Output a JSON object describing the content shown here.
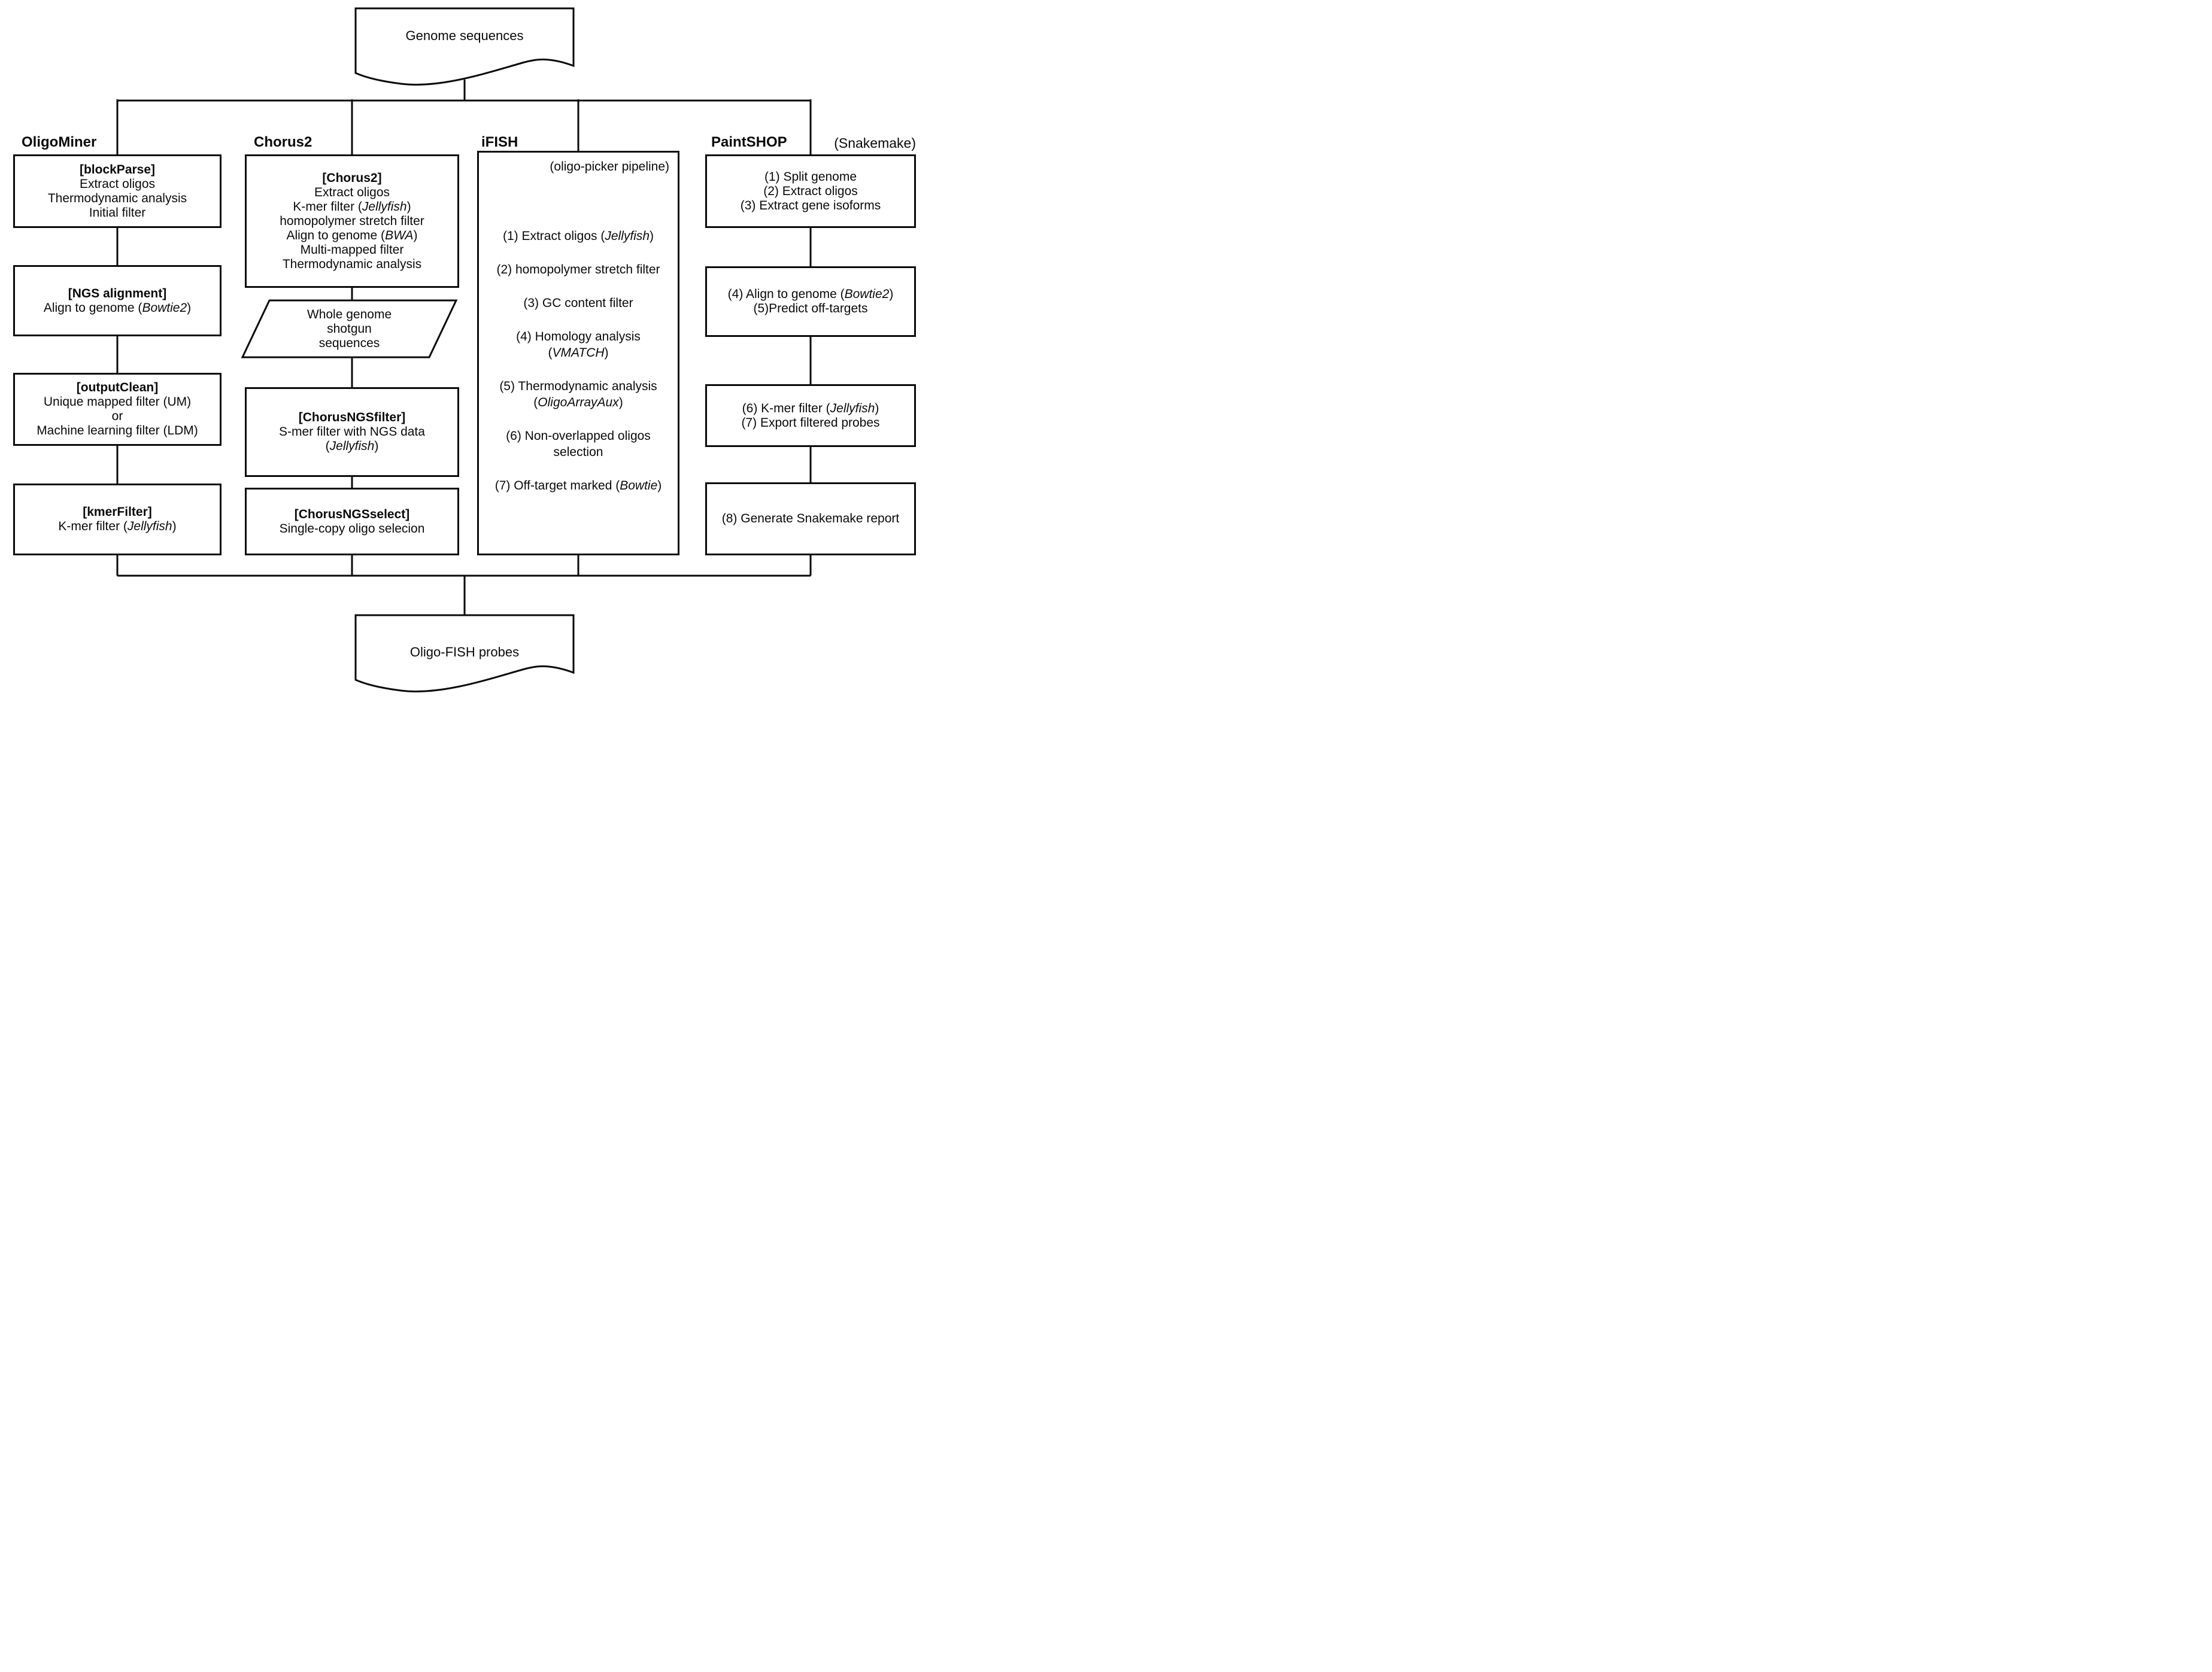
{
  "colors": {
    "line": "#000000",
    "background": "#ffffff"
  },
  "diagram": {
    "input_doc": {
      "label": "Genome sequences"
    },
    "output_doc": {
      "label": "Oligo-FISH probes"
    },
    "oligominer": {
      "title": "OligoMiner",
      "block_parse": {
        "head": "[blockParse]",
        "l1": "Extract oligos",
        "l2": "Thermodynamic analysis",
        "l3": "Initial filter"
      },
      "ngs_alignment": {
        "head": "[NGS alignment]",
        "l1_pre": "Align to genome (",
        "l1_em": "Bowtie2",
        "l1_post": ")"
      },
      "output_clean": {
        "head": "[outputClean]",
        "l1": "Unique mapped filter (UM)",
        "l2": "or",
        "l3": "Machine learning filter (LDM)"
      },
      "kmer_filter": {
        "head": "[kmerFilter]",
        "l1_pre": "K-mer filter (",
        "l1_em": "Jellyfish",
        "l1_post": ")"
      }
    },
    "chorus2": {
      "title": "Chorus2",
      "main": {
        "head": "[Chorus2]",
        "l1": "Extract oligos",
        "l2_pre": "K-mer filter (",
        "l2_em": "Jellyfish",
        "l2_post": ")",
        "l3": "homopolymer stretch filter",
        "l4_pre": "Align to genome (",
        "l4_em": "BWA",
        "l4_post": ")",
        "l5": "Multi-mapped filter",
        "l6": "Thermodynamic analysis"
      },
      "wgs": {
        "l1": "Whole genome",
        "l2": "shotgun",
        "l3": "sequences"
      },
      "ngs_filter": {
        "head": "[ChorusNGSfilter]",
        "l1": "S-mer filter with NGS data",
        "l2_pre": "(",
        "l2_em": "Jellyfish",
        "l2_post": ")"
      },
      "ngs_select": {
        "head": "[ChorusNGSselect]",
        "l1": "Single-copy oligo selecion"
      }
    },
    "ifish": {
      "title": "iFISH",
      "note": "(oligo-picker pipeline)",
      "i1_pre": "(1) Extract oligos (",
      "i1_em": "Jellyfish",
      "i1_post": ")",
      "i2": "(2) homopolymer stretch filter",
      "i3": "(3) GC content filter",
      "i4": "(4) Homology analysis",
      "i4b_pre": "(",
      "i4b_em": "VMATCH",
      "i4b_post": ")",
      "i5": "(5) Thermodynamic analysis",
      "i5b_pre": "(",
      "i5b_em": "OligoArrayAux",
      "i5b_post": ")",
      "i6": "(6) Non-overlapped oligos",
      "i6b": "selection",
      "i7_pre": "(7) Off-target marked (",
      "i7_em": "Bowtie",
      "i7_post": ")"
    },
    "paintshop": {
      "title": "PaintSHOP",
      "tag": "(Snakemake)",
      "b1": {
        "l1": "(1) Split genome",
        "l2": "(2) Extract oligos",
        "l3": "(3) Extract gene isoforms"
      },
      "b2": {
        "l1_pre": "(4) Align to genome (",
        "l1_em": "Bowtie2",
        "l1_post": ")",
        "l2": "(5)Predict off-targets"
      },
      "b3": {
        "l1_pre": "(6) K-mer filter (",
        "l1_em": "Jellyfish",
        "l1_post": ")",
        "l2": "(7) Export filtered probes"
      },
      "b4": {
        "l1": "(8) Generate Snakemake report"
      }
    }
  }
}
